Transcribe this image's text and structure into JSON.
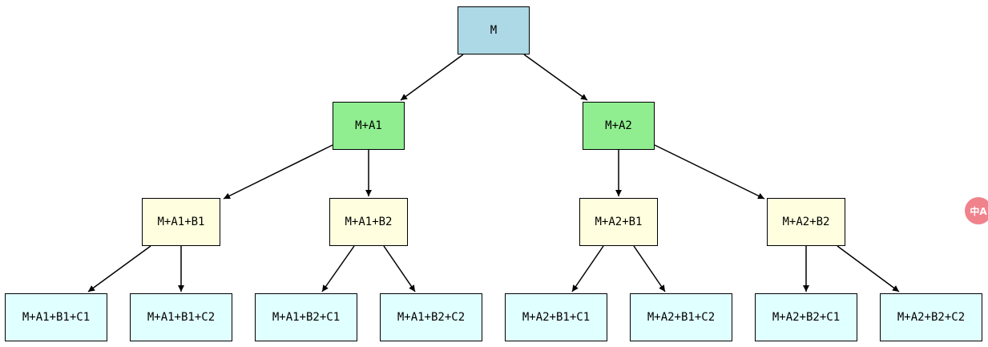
{
  "colors": {
    "root": "#add8e6",
    "level1": "#90ee90",
    "level2": "#ffffe0",
    "level3": "#e0ffff",
    "edge": "#000000"
  },
  "tree": {
    "root": "M",
    "level1": [
      "M+A1",
      "M+A2"
    ],
    "level2": [
      "M+A1+B1",
      "M+A1+B2",
      "M+A2+B1",
      "M+A2+B2"
    ],
    "level3": [
      "M+A1+B1+C1",
      "M+A1+B1+C2",
      "M+A1+B2+C1",
      "M+A1+B2+C2",
      "M+A2+B1+C1",
      "M+A2+B1+C2",
      "M+A2+B2+C1",
      "M+A2+B2+C2"
    ]
  },
  "translate_badge": {
    "icon": "translate-icon",
    "text": "中A"
  }
}
